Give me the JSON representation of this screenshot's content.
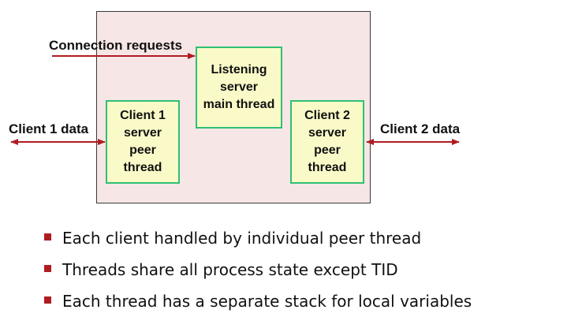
{
  "diagram": {
    "connection_label": "Connection requests",
    "client1_data_label": "Client 1 data",
    "client2_data_label": "Client 2 data",
    "listening_thread": [
      "Listening",
      "server",
      "main thread"
    ],
    "client1_thread": [
      "Client 1",
      "server",
      "peer",
      "thread"
    ],
    "client2_thread": [
      "Client 2",
      "server",
      "peer",
      "thread"
    ],
    "colors": {
      "arrow": "#b01c22",
      "thread_border": "#2fbf74",
      "thread_fill": "#fafac8",
      "process_fill": "#f7e6e6"
    }
  },
  "bullets": [
    "Each client handled by individual peer thread",
    "Threads share all process state except TID",
    "Each thread has a separate stack for local variables"
  ]
}
